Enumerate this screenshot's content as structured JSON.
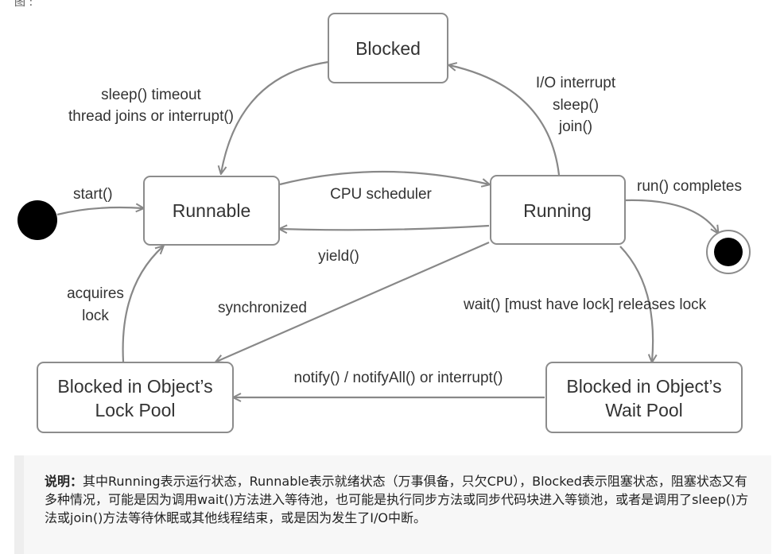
{
  "top_fragment": "图 :",
  "states": {
    "blocked": "Blocked",
    "runnable": "Runnable",
    "running": "Running",
    "lock_pool": [
      "Blocked in Object’s",
      "Lock Pool"
    ],
    "wait_pool": [
      "Blocked in Object’s",
      "Wait Pool"
    ]
  },
  "transitions": {
    "start": "start()",
    "cpu_scheduler": "CPU scheduler",
    "yield": "yield()",
    "run_completes": "run() completes",
    "io": [
      "I/O interrupt",
      "sleep()",
      "join()"
    ],
    "sleep_timeout": [
      "sleep() timeout",
      "thread joins or interrupt()"
    ],
    "synchronized": "synchronized",
    "wait": "wait() [must have lock] releases lock",
    "notify": "notify() / notifyAll() or interrupt()",
    "acquires": [
      "acquires",
      "lock"
    ]
  },
  "note": {
    "label": "说明：",
    "text": "其中Running表示运行状态，Runnable表示就绪状态（万事俱备，只欠CPU），Blocked表示阻塞状态，阻塞状态又有多种情况，可能是因为调用wait()方法进入等待池，也可能是执行同步方法或同步代码块进入等锁池，或者是调用了sleep()方法或join()方法等待休眠或其他线程结束，或是因为发生了I/O中断。"
  },
  "colors": {
    "box_border": "#8c8c8c",
    "arrow": "#888888",
    "text": "#333333",
    "note_bg": "#f7f7f7"
  }
}
